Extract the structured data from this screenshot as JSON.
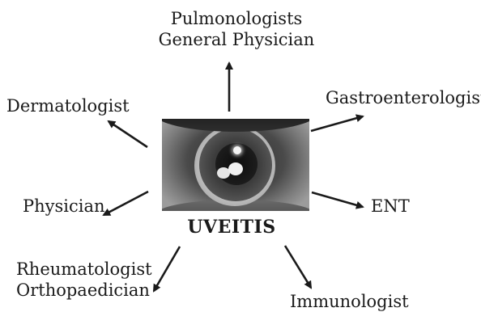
{
  "diagram": {
    "center": {
      "title": "UVEITIS",
      "image": "eye-photograph"
    },
    "specialists": {
      "top": [
        "Pulmonologists",
        "General Physician"
      ],
      "top_left": [
        "Dermatologist"
      ],
      "top_right": [
        "Gastroenterologist"
      ],
      "left": [
        "Physician"
      ],
      "right": [
        "ENT"
      ],
      "bottom_left": [
        "Rheumatologist",
        "Orthopaedician"
      ],
      "bottom_right": [
        "Immunologist"
      ]
    },
    "colors": {
      "text": "#1a1a1a",
      "arrow": "#1a1a1a",
      "background": "#ffffff"
    }
  }
}
